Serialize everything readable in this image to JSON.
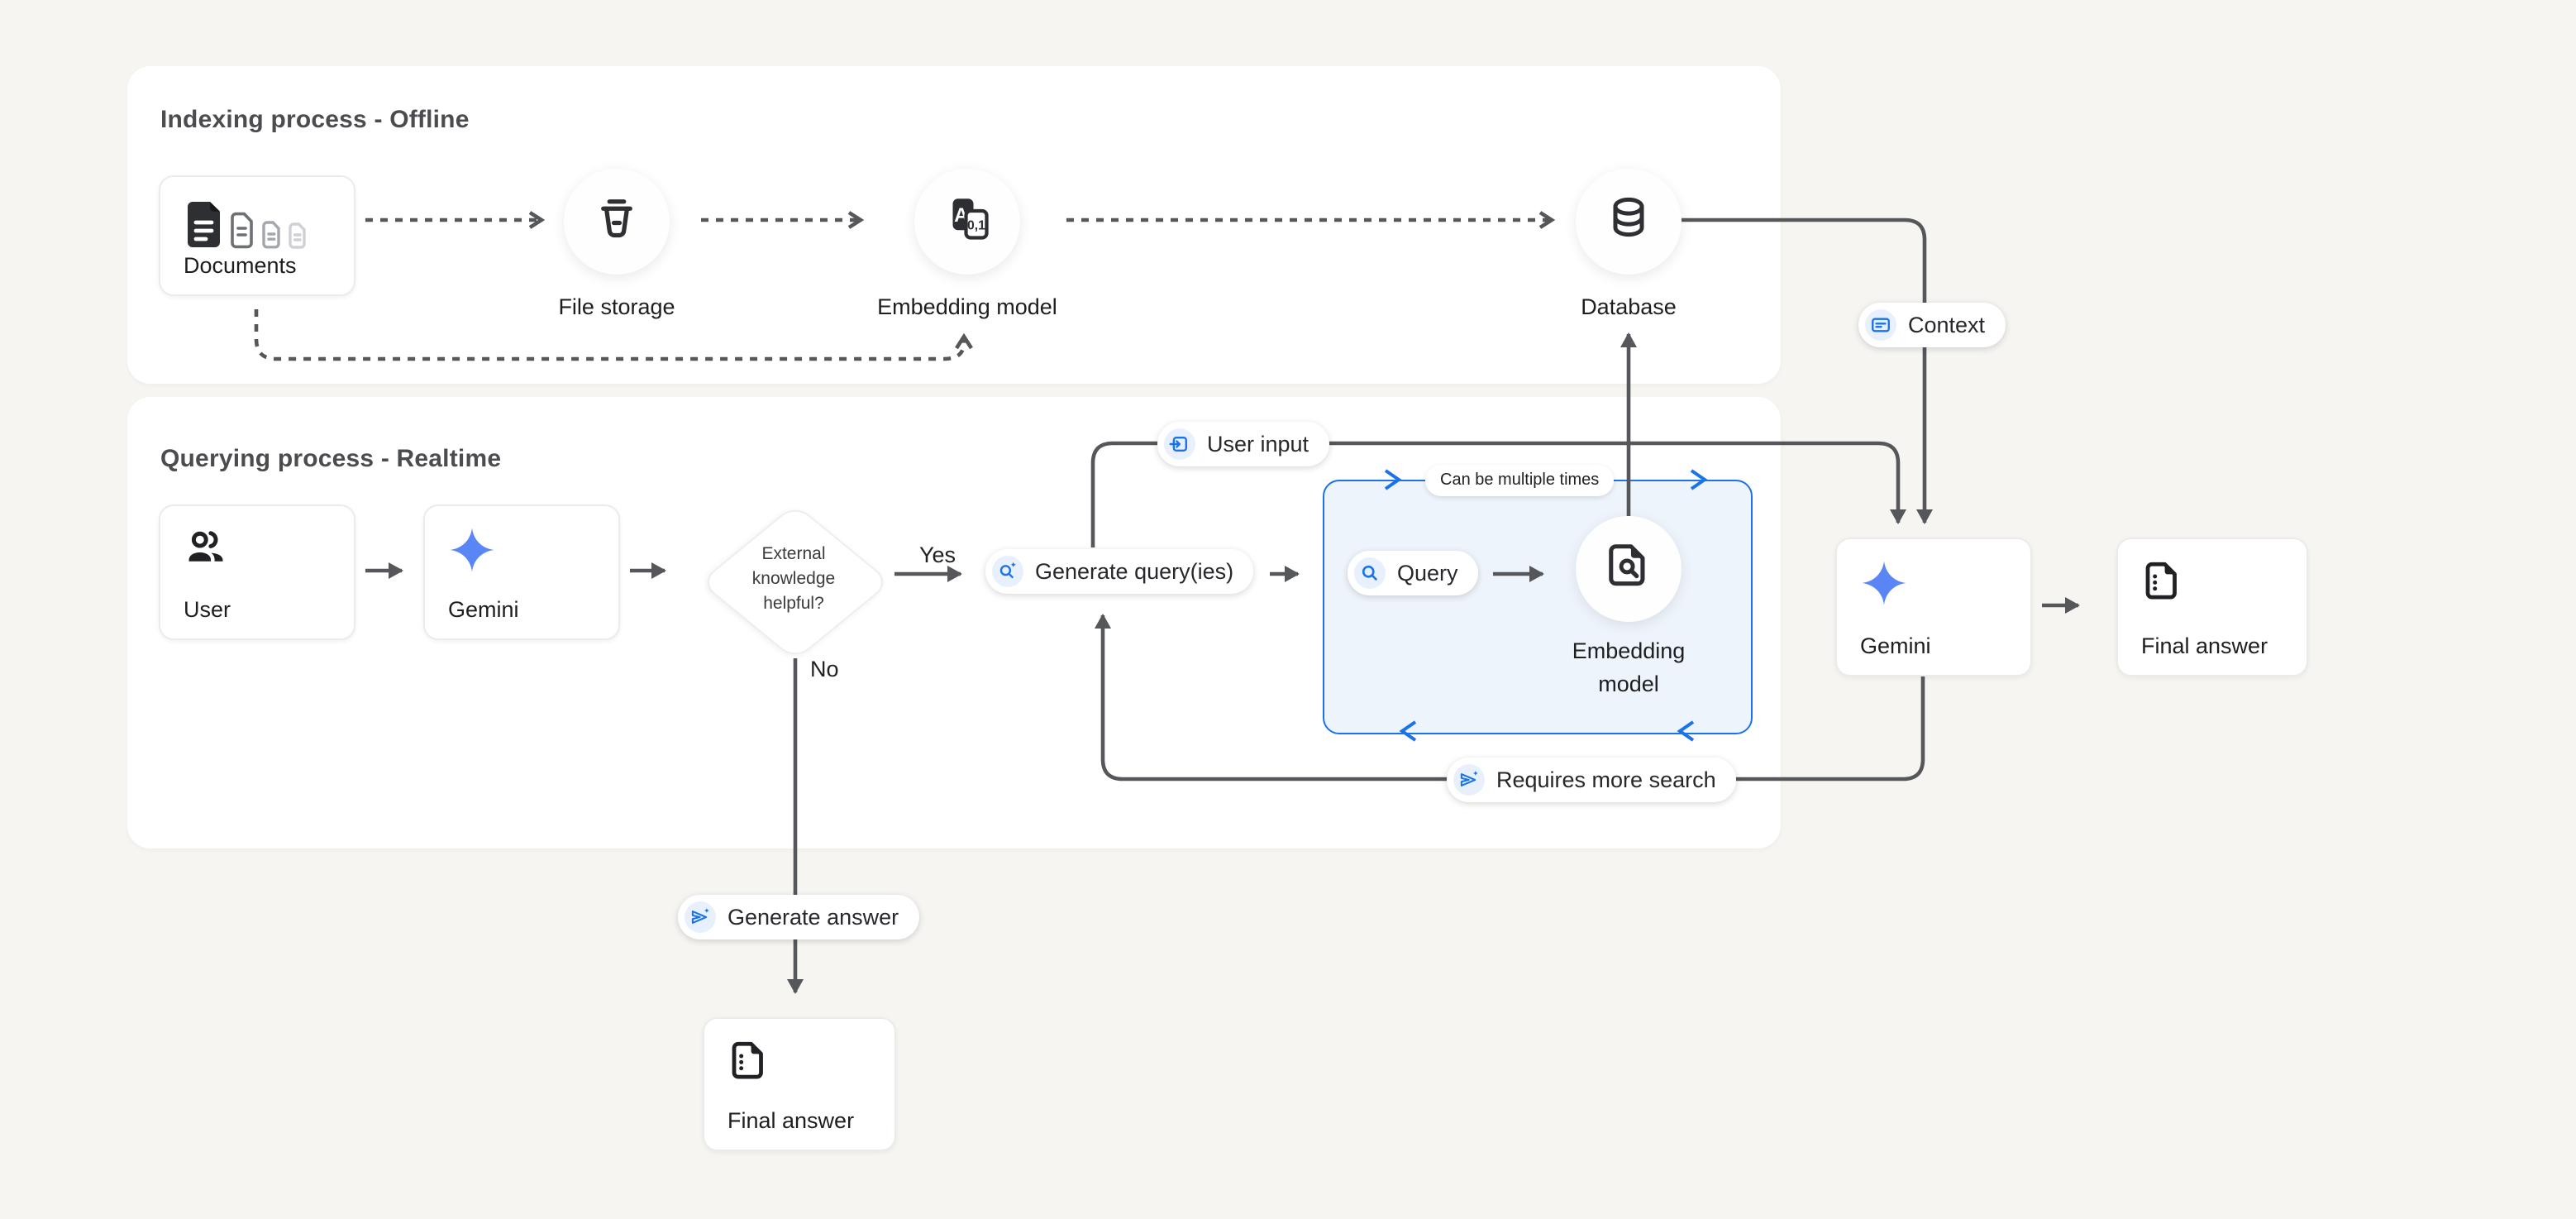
{
  "colors": {
    "page_bg": "#f6f5f2",
    "panel_bg": "#ffffff",
    "connector": "#55575b",
    "accent_blue": "#1a73e8",
    "icon_chip_bg": "#e8f0fe",
    "loop_box_fill": "#eef4fb",
    "gemini_gradient": [
      "#217bfe",
      "#6f8df7",
      "#a678f0"
    ]
  },
  "panels": {
    "indexing": {
      "title": "Indexing process - Offline"
    },
    "querying": {
      "title": "Querying process - Realtime"
    }
  },
  "nodes": {
    "documents": {
      "label": "Documents",
      "icon": "documents-icon"
    },
    "file_storage": {
      "label": "File storage",
      "icon": "storage-bucket-icon"
    },
    "embedding_model": {
      "label": "Embedding model",
      "icon": "text-to-vector-icon"
    },
    "database": {
      "label": "Database",
      "icon": "database-icon"
    },
    "user": {
      "label": "User",
      "icon": "users-icon"
    },
    "gemini": {
      "label": "Gemini",
      "icon": "gemini-star-icon"
    },
    "decision": {
      "label": "External knowledge helpful?"
    },
    "query_embedding_model": {
      "label": "Embedding model",
      "icon": "document-search-icon"
    },
    "gemini_final": {
      "label": "Gemini",
      "icon": "gemini-star-icon"
    },
    "final_answer_right": {
      "label": "Final answer",
      "icon": "summary-document-icon"
    },
    "final_answer_bottom": {
      "label": "Final answer",
      "icon": "summary-document-icon"
    }
  },
  "labels": {
    "context": "Context",
    "user_input": "User input",
    "generate_queries": "Generate query(ies)",
    "query": "Query",
    "can_be_multiple_times": "Can be multiple times",
    "requires_more_search": "Requires more search",
    "generate_answer": "Generate answer",
    "yes": "Yes",
    "no": "No"
  }
}
